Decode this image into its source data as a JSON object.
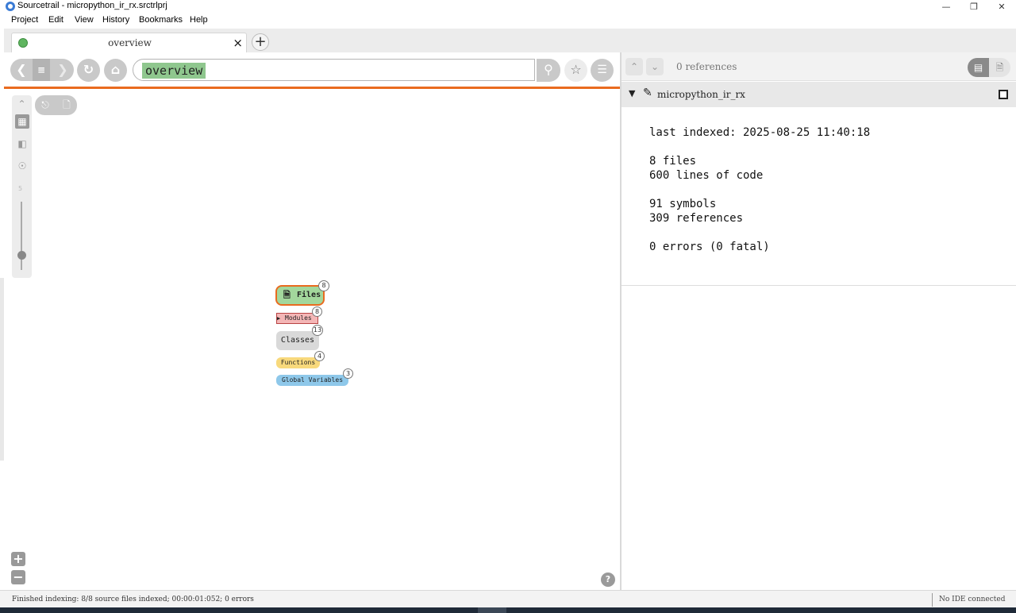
{
  "window": {
    "title": "Sourcetrail - micropython_ir_rx.srctrlprj",
    "minimize": "—",
    "maximize": "❐",
    "close": "✕"
  },
  "menu": [
    "Project",
    "Edit",
    "View",
    "History",
    "Bookmarks",
    "Help"
  ],
  "tabs": [
    {
      "label": "overview",
      "close": "×"
    }
  ],
  "tab_add": "+",
  "search": {
    "token": "overview"
  },
  "graph": {
    "depth_value": "5",
    "nodes": [
      {
        "label": "Files",
        "count": "8",
        "color": "#a3d79c"
      },
      {
        "label": "Modules",
        "count": "8",
        "color": "#f4b6b6"
      },
      {
        "label": "Classes",
        "count": "13",
        "color": "#d9d9d9"
      },
      {
        "label": "Functions",
        "count": "4",
        "color": "#f8d97c"
      },
      {
        "label": "Global Variables",
        "count": "3",
        "color": "#8ec8ea"
      }
    ],
    "active_color": "#e96b1f",
    "help": "?"
  },
  "references": {
    "label": "0 references"
  },
  "project": {
    "name": "micropython_ir_rx",
    "last_indexed": "last indexed: 2025-08-25 11:40:18",
    "files": "8 files",
    "lines": "600 lines of code",
    "symbols": "91 symbols",
    "refs": "309 references",
    "errors": "0 errors (0 fatal)"
  },
  "status": {
    "message": "Finished indexing: 8/8 source files indexed; 00:00:01:052; 0 errors",
    "ide": "No IDE connected"
  }
}
